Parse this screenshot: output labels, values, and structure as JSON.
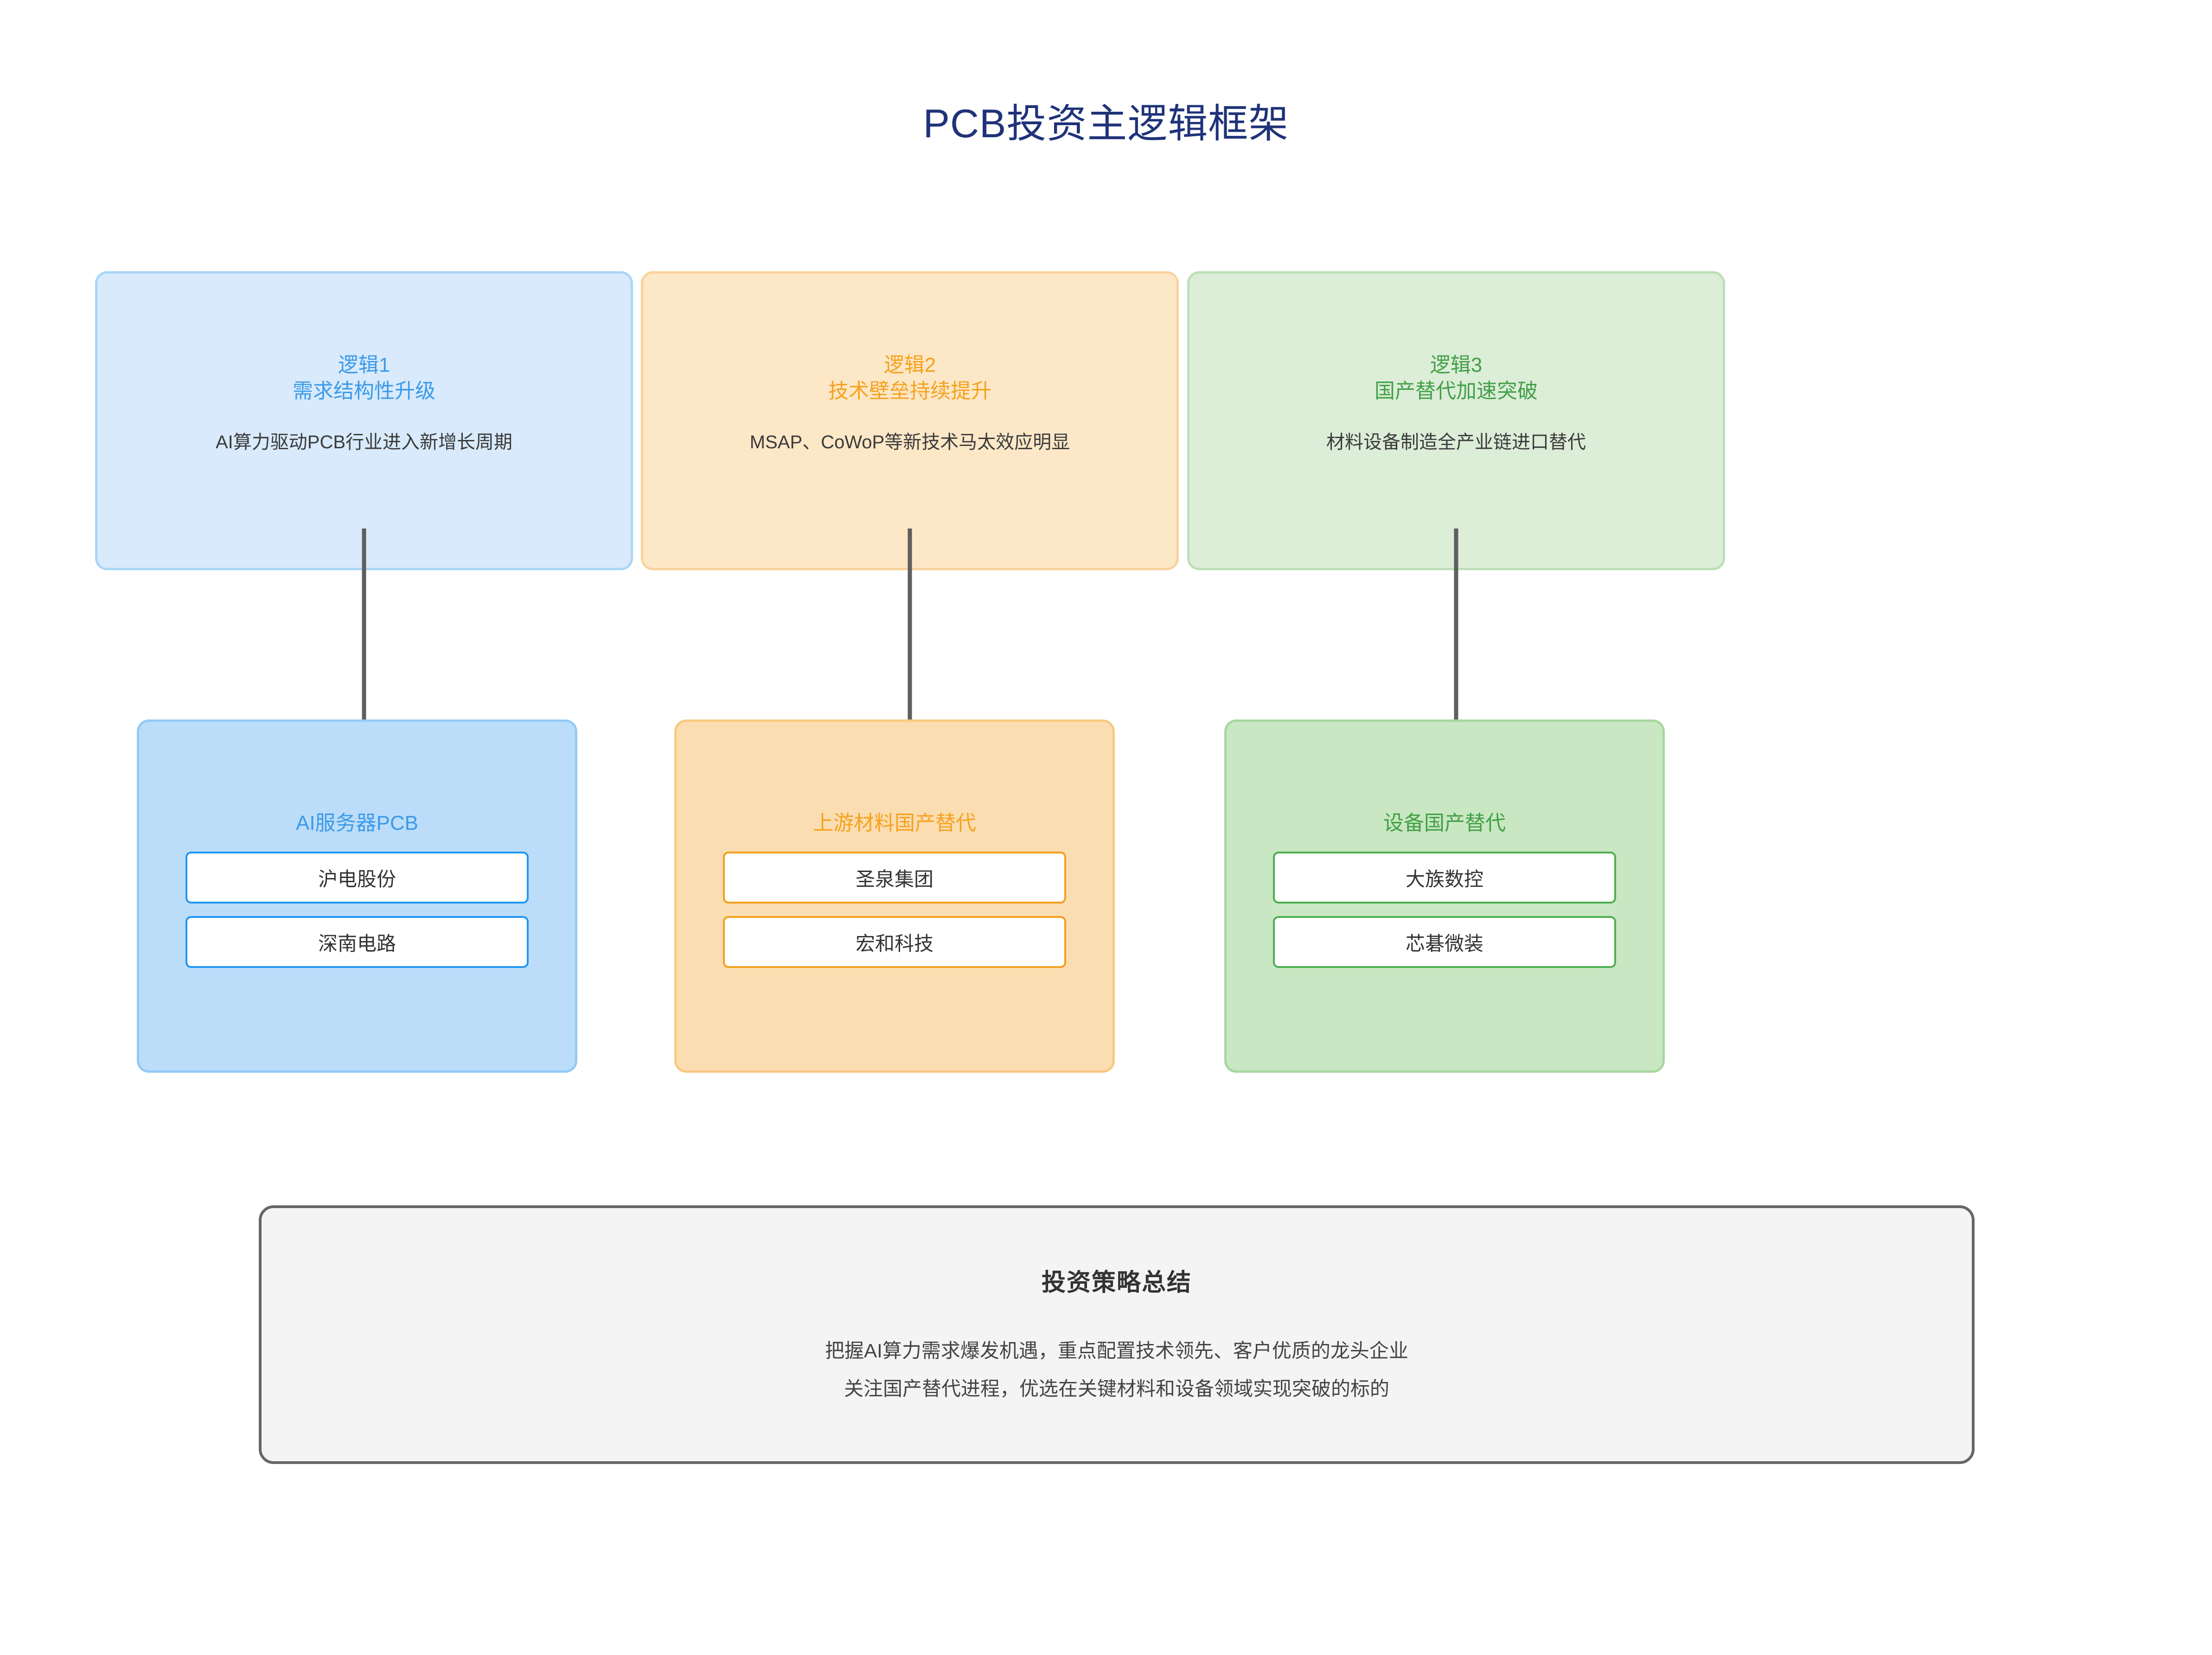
{
  "page": {
    "title": "PCB投资主逻辑框架",
    "background_color": "#ffffff",
    "title_color": "#1f3379"
  },
  "columns": [
    {
      "theme": "blue",
      "accent_color": "#3d9ae8",
      "card_fill": "#d8eafb",
      "card_border": "#a9d6f7",
      "logic": {
        "label": "逻辑1",
        "subtitle": "需求结构性升级",
        "description": "AI算力驱动PCB行业进入新增长周期"
      },
      "group": {
        "title": "AI服务器PCB",
        "fill": "#bcddf9",
        "border": "#93cbf5",
        "pill_border": "#2196f3",
        "items": [
          "沪电股份",
          "深南电路"
        ]
      },
      "connector": {
        "icon": "down-arrow-icon",
        "color": "#5f5f5f"
      }
    },
    {
      "theme": "orange",
      "accent_color": "#f5a21e",
      "card_fill": "#fce7c7",
      "card_border": "#f9d39b",
      "logic": {
        "label": "逻辑2",
        "subtitle": "技术壁垒持续提升",
        "description": "MSAP、CoWoP等新技术马太效应明显"
      },
      "group": {
        "title": "上游材料国产替代",
        "fill": "#fbddb2",
        "border": "#f8c983",
        "pill_border": "#f29f1c",
        "items": [
          "圣泉集团",
          "宏和科技"
        ]
      },
      "connector": {
        "icon": "down-arrow-icon",
        "color": "#5f5f5f"
      }
    },
    {
      "theme": "green",
      "accent_color": "#43a047",
      "card_fill": "#dcedd8",
      "card_border": "#bddfb6",
      "logic": {
        "label": "逻辑3",
        "subtitle": "国产替代加速突破",
        "description": "材料设备制造全产业链进口替代"
      },
      "group": {
        "title": "设备国产替代",
        "fill": "#c9e7c2",
        "border": "#a8d7a0",
        "pill_border": "#4caf50",
        "items": [
          "大族数控",
          "芯碁微装"
        ]
      },
      "connector": {
        "icon": "down-arrow-icon",
        "color": "#5f5f5f"
      }
    }
  ],
  "summary": {
    "title": "投资策略总结",
    "lines": [
      "把握AI算力需求爆发机遇，重点配置技术领先、客户优质的龙头企业",
      "关注国产替代进程，优选在关键材料和设备领域实现突破的标的"
    ],
    "fill": "#f4f4f4",
    "border": "#666666"
  }
}
